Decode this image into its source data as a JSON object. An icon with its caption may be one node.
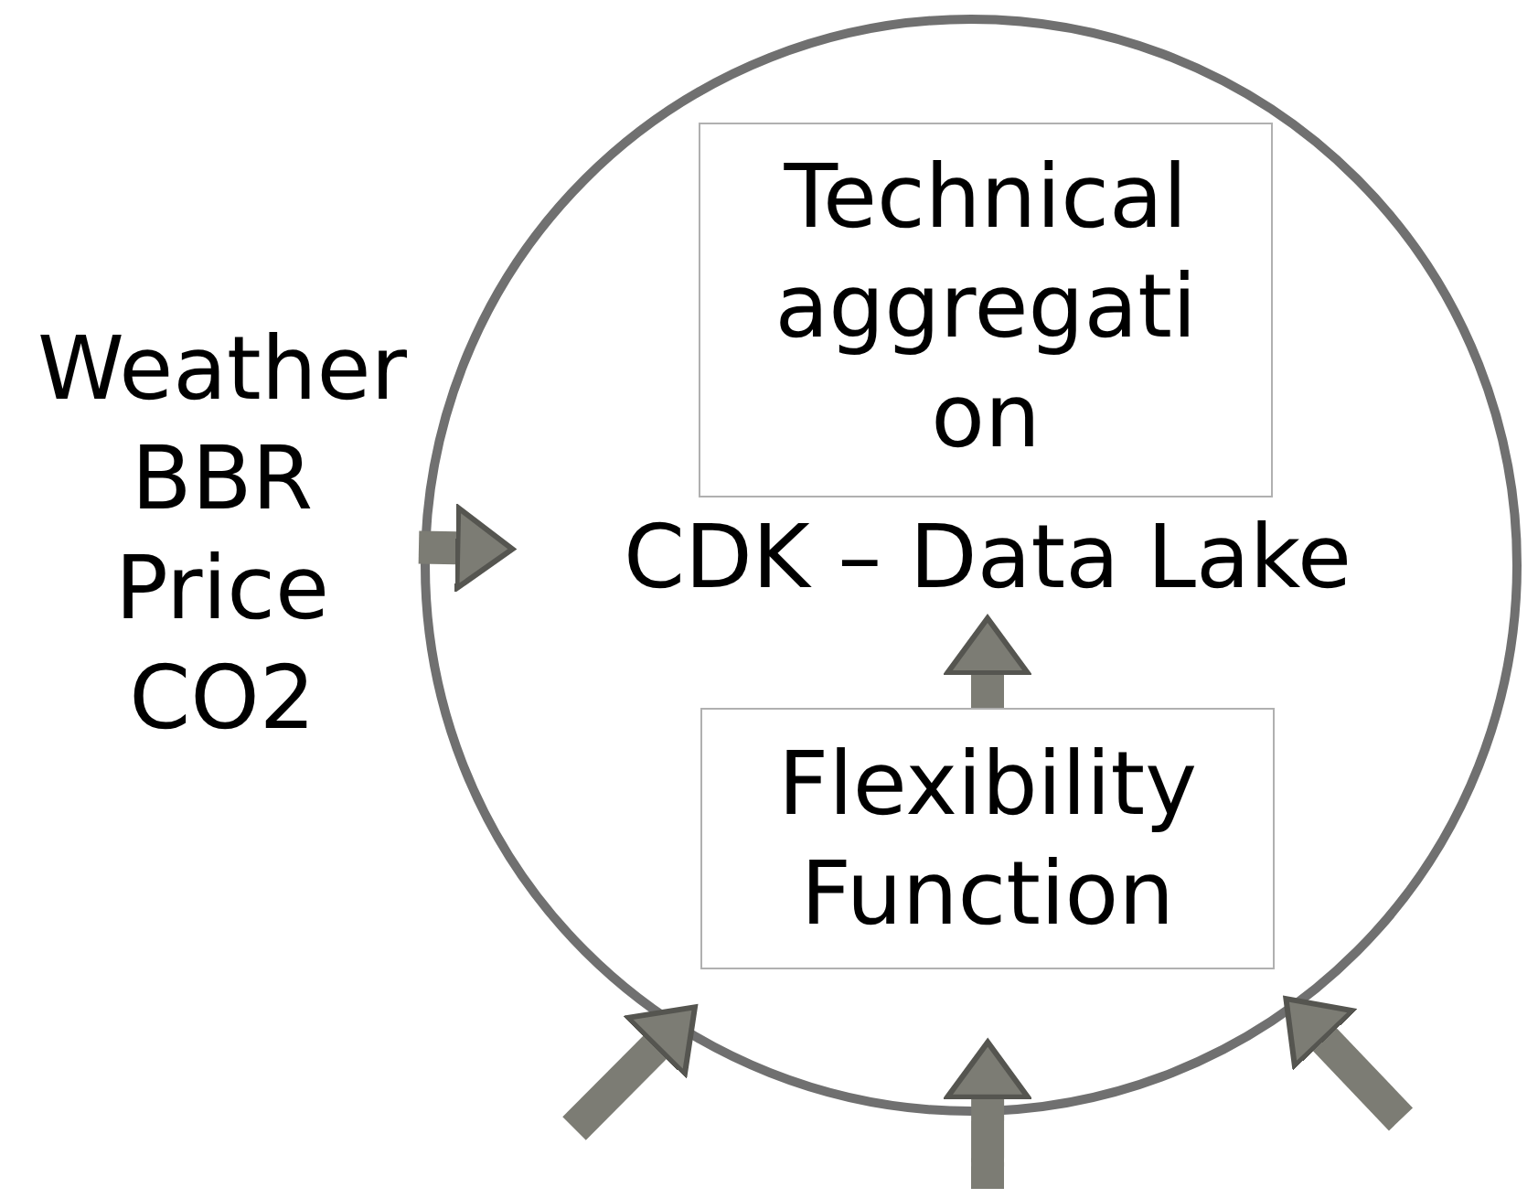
{
  "diagram": {
    "nodes": [
      {
        "text": [],
        "shape": "circle"
      },
      {
        "text": [
          "Technical aggregati on"
        ],
        "in": 0
      },
      {
        "text": [
          "CDK – Data Lake"
        ],
        "in": 0
      },
      {
        "text": [
          "Flexibility Function"
        ],
        "in": 0
      },
      {
        "text": [
          "Weather BBR Price CO2"
        ]
      }
    ],
    "edges": [
      {
        "from": 4,
        "to": 0,
        "arrow": "to"
      },
      {
        "from": 3,
        "to": 2,
        "arrow": "to"
      },
      {
        "from": null,
        "to": 0,
        "arrow": "to"
      },
      {
        "from": null,
        "to": 0,
        "arrow": "to"
      },
      {
        "from": null,
        "to": 0,
        "arrow": "to"
      }
    ]
  }
}
